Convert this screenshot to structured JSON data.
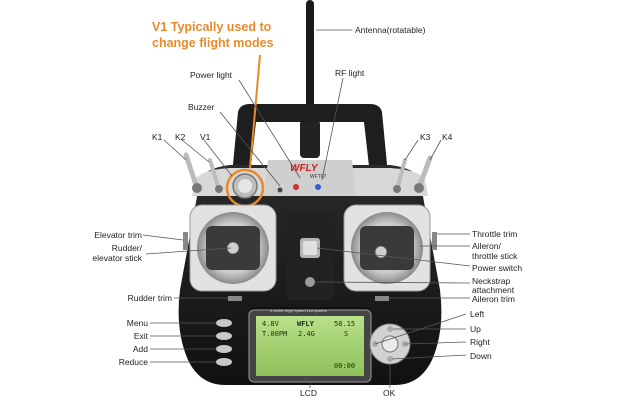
{
  "callout": {
    "line1": "V1 Typically used to",
    "line2": "change flight modes",
    "color": "#e98a2a"
  },
  "labels": {
    "antenna": "Antenna(rotatable)",
    "power_light": "Power light",
    "rf_light": "RF light",
    "buzzer": "Buzzer",
    "k1": "K1",
    "k2": "K2",
    "v1": "V1",
    "k3": "K3",
    "k4": "K4",
    "elevator_trim": "Elevator trim",
    "rudder_elevator_stick_1": "Rudder/",
    "rudder_elevator_stick_2": "elevator stick",
    "rudder_trim": "Rudder trim",
    "menu": "Menu",
    "exit": "Exit",
    "add": "Add",
    "reduce": "Reduce",
    "lcd": "LCD",
    "ok": "OK",
    "throttle_trim": "Throttle trim",
    "aileron_throttle_stick_1": "Aileron/",
    "aileron_throttle_stick_2": "throttle stick",
    "power_switch": "Power switch",
    "neckstrap_1": "Neckstrap",
    "neckstrap_2": "attachment",
    "aileron_trim": "Aileron trim",
    "left": "Left",
    "up": "Up",
    "right": "Right",
    "down": "Down"
  },
  "device": {
    "brand": "WFLY",
    "model": "WFT07",
    "banner": "2.4GHz High Speed Lcd system",
    "lcd_brand": "WFLY",
    "lcd_line1_left": "4.8V",
    "lcd_line1_right": "58.15",
    "lcd_line2_left": "T.00PM",
    "lcd_line2_mid": "2.4G",
    "lcd_line2_right": "S",
    "lcd_line3_right": "00:00"
  }
}
